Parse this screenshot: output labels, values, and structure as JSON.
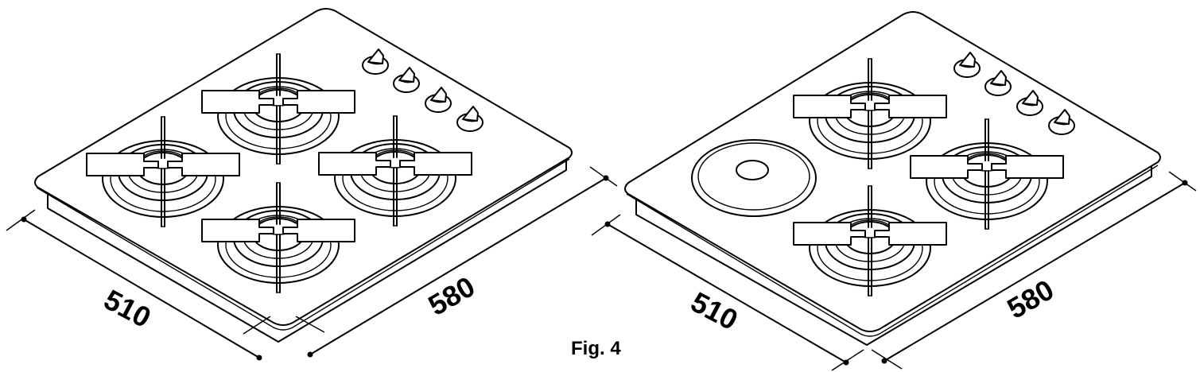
{
  "figure": {
    "caption": "Fig. 4",
    "views": [
      {
        "id": "gas-hob",
        "burners": 4,
        "hotplates": 0,
        "knobs": 4,
        "dim_depth": "510",
        "dim_width": "580"
      },
      {
        "id": "mixed-hob",
        "burners": 3,
        "hotplates": 1,
        "knobs": 4,
        "dim_depth": "510",
        "dim_width": "580"
      }
    ]
  }
}
